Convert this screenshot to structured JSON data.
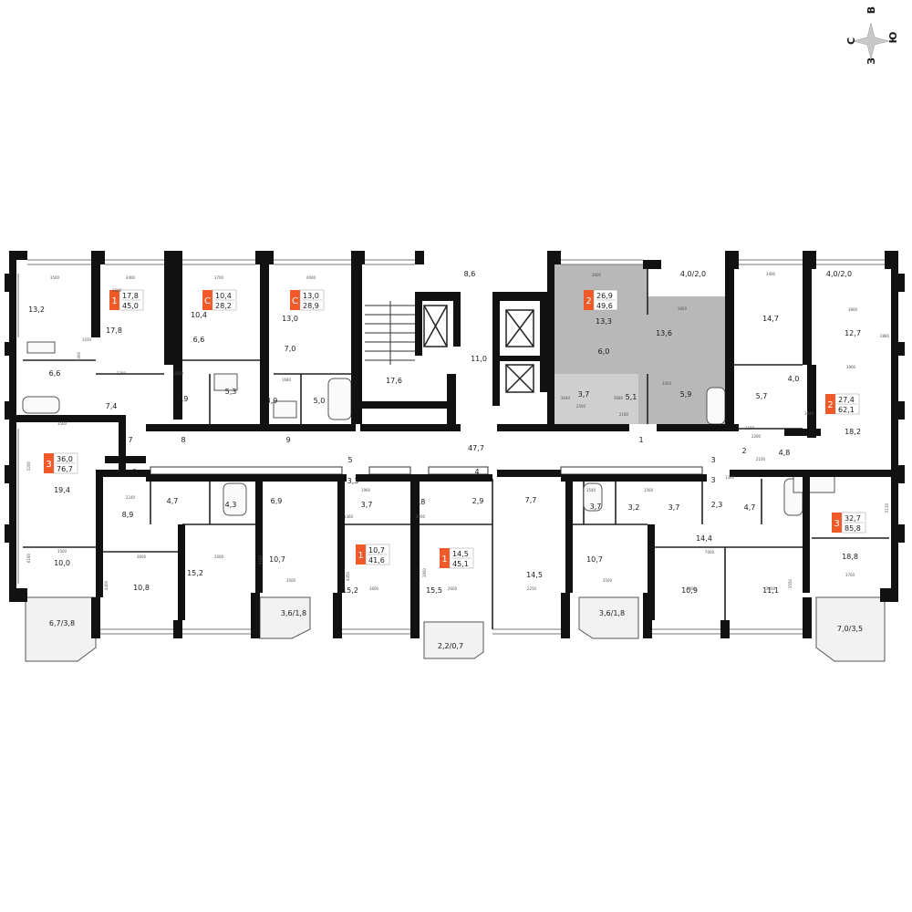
{
  "compass": {
    "north": "С",
    "east": "В",
    "south": "Ю",
    "west": "З"
  },
  "colors": {
    "accent": "#f05a28",
    "wall": "#111111",
    "grey_unit": "#b8b8b8",
    "light_grey": "#d6d6d6"
  },
  "badges": [
    {
      "type": "1",
      "living": "17,8",
      "total": "45,0"
    },
    {
      "type": "С",
      "living": "10,4",
      "total": "28,2"
    },
    {
      "type": "С",
      "living": "13,0",
      "total": "28,9"
    },
    {
      "type": "2",
      "living": "26,9",
      "total": "49,6"
    },
    {
      "type": "2",
      "living": "27,4",
      "total": "62,1"
    },
    {
      "type": "3",
      "living": "36,0",
      "total": "76,7"
    },
    {
      "type": "1",
      "living": "10,7",
      "total": "41,6"
    },
    {
      "type": "1",
      "living": "14,5",
      "total": "45,1"
    },
    {
      "type": "3",
      "living": "32,7",
      "total": "85,8"
    }
  ],
  "rooms": [
    "13,2",
    "17,8",
    "10,4",
    "13,0",
    "8,6",
    "13,3",
    "13,6",
    "4,0/2,0",
    "14,7",
    "4,0/2,0",
    "12,7",
    "6,6",
    "6,6",
    "7,0",
    "17,6",
    "11,0",
    "6,0",
    "7,4",
    "5,9",
    "5,3",
    "3,9",
    "5,0",
    "3,7",
    "5,1",
    "5,9",
    "5,7",
    "4,0",
    "18,2",
    "47,7",
    "4,8",
    "19,4",
    "4,7",
    "4,3",
    "6,9",
    "3,3",
    "3,7",
    "3,8",
    "2,9",
    "7,7",
    "3,7",
    "3,2",
    "3,7",
    "2,3",
    "4,7",
    "8,9",
    "14,4",
    "18,8",
    "10,0",
    "10,8",
    "15,2",
    "10,7",
    "15,2",
    "15,5",
    "14,5",
    "10,7",
    "10,9",
    "11,1",
    "6,7/3,8",
    "3,6/1,8",
    "2,2/0,7",
    "3,6/1,8",
    "7,0/3,5"
  ],
  "doors": [
    "7",
    "8",
    "9",
    "5",
    "1",
    "2",
    "3",
    "6",
    "4",
    "3"
  ],
  "dims": [
    "3500",
    "3400",
    "3700",
    "4000",
    "3600",
    "3800",
    "3400",
    "3800",
    "2380",
    "2160",
    "1680",
    "2560",
    "2160",
    "2280",
    "3900",
    "3500",
    "2240",
    "1960",
    "2000",
    "1360",
    "1540",
    "1560",
    "1340",
    "7000",
    "3500",
    "3600",
    "2600",
    "3500",
    "3600",
    "2600",
    "2250",
    "3500",
    "3600",
    "3400",
    "3700",
    "5200",
    "6160",
    "4400",
    "4450",
    "3950",
    "3310",
    "3550",
    "1000",
    "1030",
    "3600",
    "1040",
    "2100",
    "1180",
    "5130",
    "2880",
    "3640",
    "3680",
    "3450"
  ]
}
